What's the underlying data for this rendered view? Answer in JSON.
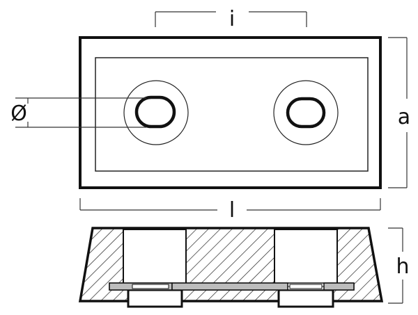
{
  "labels": {
    "diameter": "Ø",
    "interaxis": "i",
    "width": "a",
    "length": "l",
    "height": "h"
  },
  "colors": {
    "stroke": "#111111",
    "thin_stroke": "#333333",
    "background": "#ffffff"
  }
}
